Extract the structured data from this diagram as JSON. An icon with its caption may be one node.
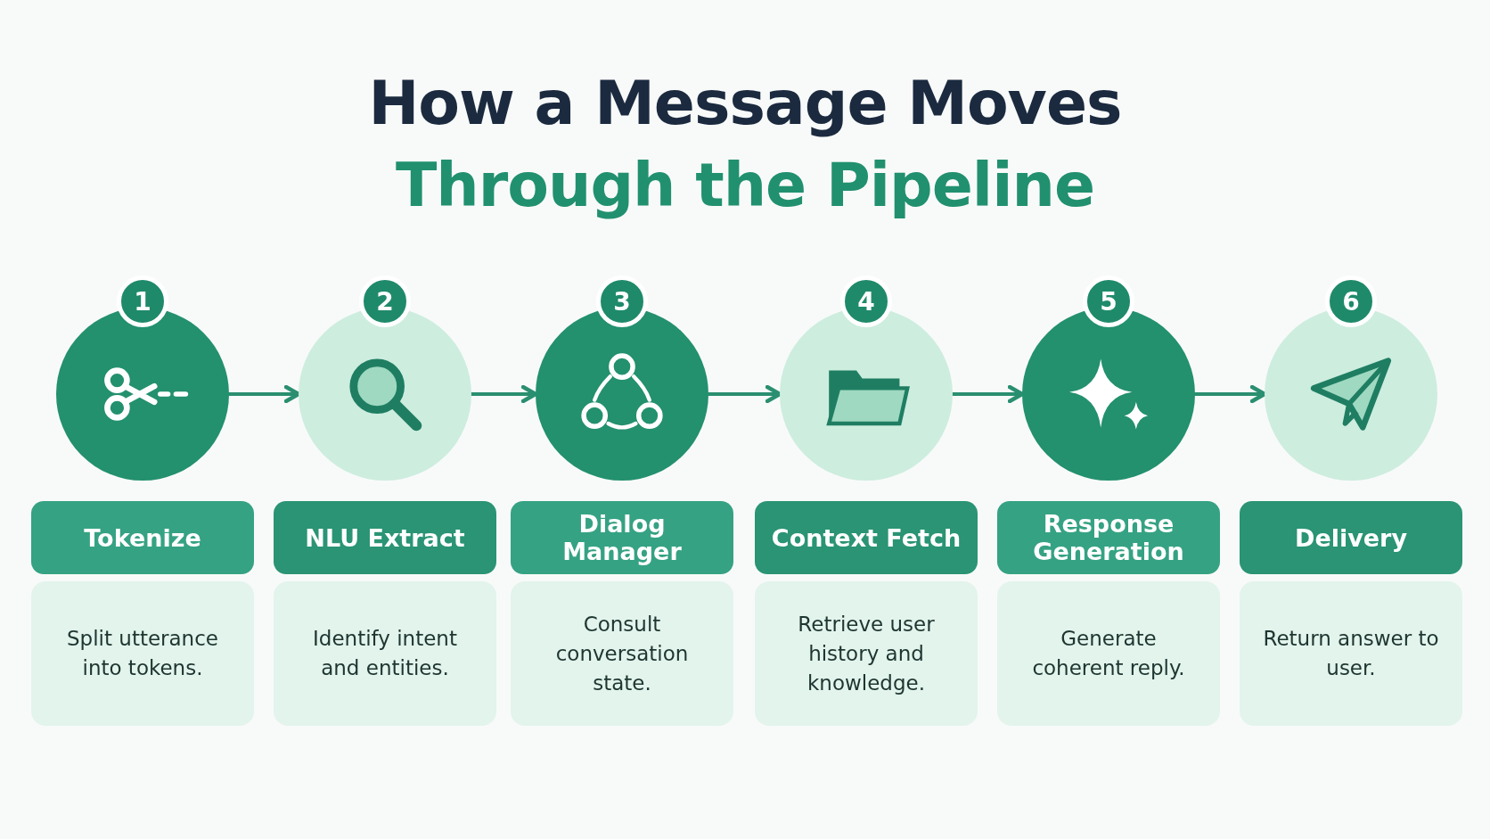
{
  "diagram": {
    "title": "How a Message Moves Through the Pipeline",
    "nodes": [
      {
        "text": [
          "1"
        ]
      },
      {
        "text": [],
        "shape": "circle"
      },
      {
        "text": [
          "Tokenize"
        ]
      },
      {
        "text": [
          "Split utterance into tokens."
        ]
      },
      {
        "text": [
          "2"
        ]
      },
      {
        "text": [],
        "shape": "circle"
      },
      {
        "text": [
          "NLU Extract"
        ]
      },
      {
        "text": [
          "Identify intent and entities."
        ]
      },
      {
        "text": [
          "3"
        ]
      },
      {
        "text": [],
        "shape": "circle"
      },
      {
        "text": [
          "Dialog Manager"
        ]
      },
      {
        "text": [
          "Consult conversation state."
        ]
      },
      {
        "text": [
          "4"
        ]
      },
      {
        "text": [],
        "shape": "circle"
      },
      {
        "text": [
          "Context Fetch"
        ]
      },
      {
        "text": [
          "Retrieve user history and knowledge."
        ]
      },
      {
        "text": [
          "5"
        ]
      },
      {
        "text": [],
        "shape": "circle"
      },
      {
        "text": [
          "Response Generation"
        ]
      },
      {
        "text": [
          "Generate coherent reply."
        ]
      },
      {
        "text": [
          "6"
        ]
      },
      {
        "text": [],
        "shape": "circle"
      },
      {
        "text": [
          "Delivery"
        ]
      },
      {
        "text": [
          "Return answer to user."
        ]
      }
    ],
    "edges": [
      {
        "from": 1,
        "to": 5,
        "arrow": "to"
      },
      {
        "from": 5,
        "to": 9,
        "arrow": "to"
      },
      {
        "from": 9,
        "to": 13,
        "arrow": "to"
      },
      {
        "from": 13,
        "to": 17,
        "arrow": "to"
      },
      {
        "from": 17,
        "to": 21,
        "arrow": "to"
      }
    ]
  }
}
